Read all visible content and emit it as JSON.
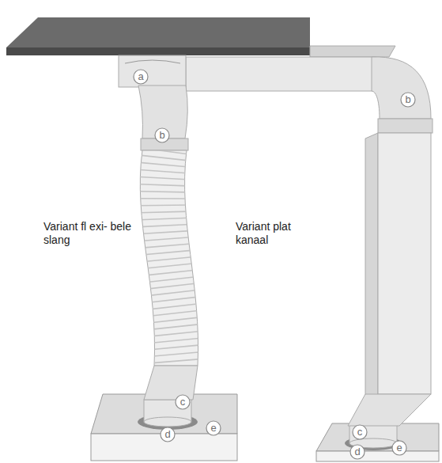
{
  "diagram": {
    "labels": [
      "a",
      "b",
      "b",
      "c",
      "c",
      "d",
      "d",
      "e",
      "e",
      "Variant fl exi- bele slang",
      "Variant plat kanaal"
    ]
  }
}
